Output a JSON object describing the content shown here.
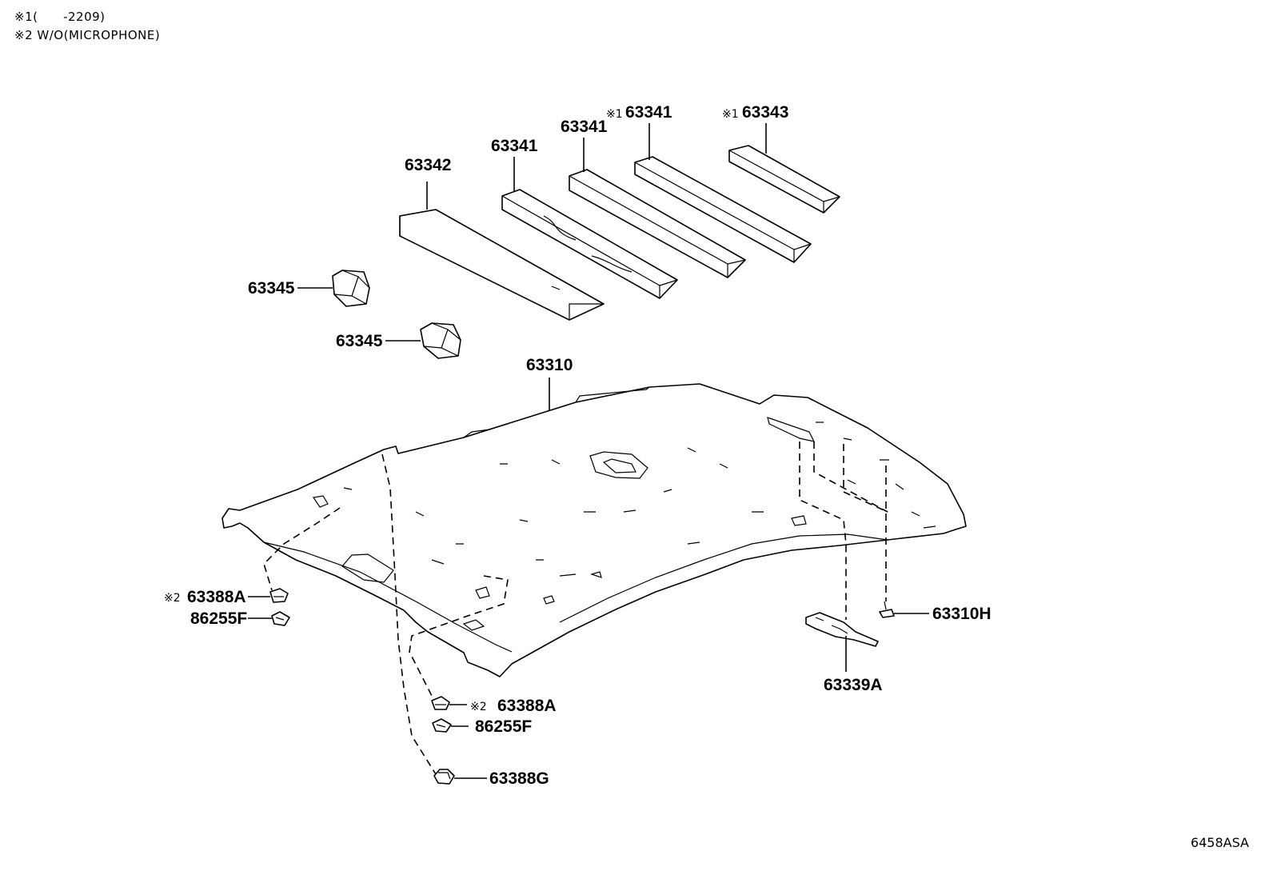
{
  "notes": [
    {
      "marker": "※1",
      "text": "(      -2209)"
    },
    {
      "marker": "※2",
      "text": "W/O(MICROPHONE)"
    }
  ],
  "parts": {
    "p63342": "63342",
    "p63341_a": "63341",
    "p63341_b": "63341",
    "p63341_c": "63341",
    "p63343": "63343",
    "p63345_a": "63345",
    "p63345_b": "63345",
    "p63310": "63310",
    "p63388A_left": "63388A",
    "p86255F_left": "86255F",
    "p63388A_bottom": "63388A",
    "p86255F_bottom": "86255F",
    "p63388G": "63388G",
    "p63310H": "63310H",
    "p63339A": "63339A"
  },
  "markers": {
    "m1": "※1",
    "m2": "※2"
  },
  "diagram_code": "6458ASA"
}
